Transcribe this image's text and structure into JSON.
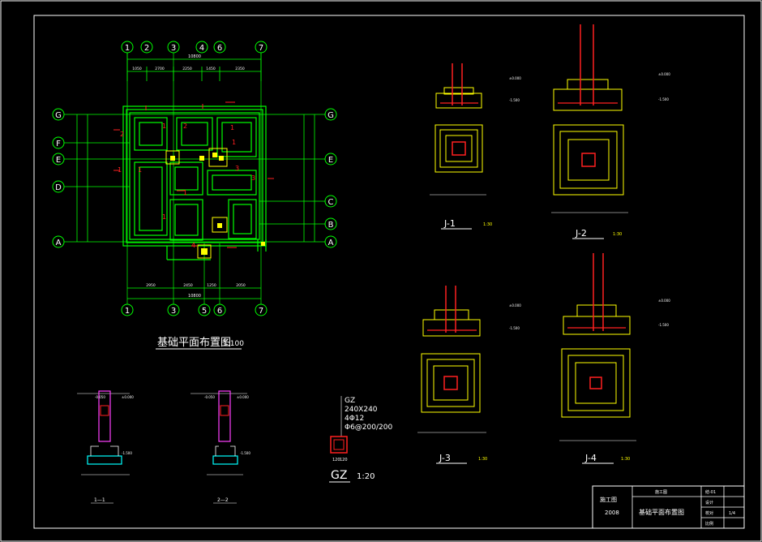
{
  "plan": {
    "title": "基础平面布置图",
    "scale": "1:100",
    "top_axes": [
      "1",
      "2",
      "3",
      "4",
      "6",
      "7"
    ],
    "bottom_axes": [
      "1",
      "3",
      "5",
      "6",
      "7"
    ],
    "left_axes": [
      "G",
      "F",
      "E",
      "D",
      "A"
    ],
    "right_axes": [
      "G",
      "E",
      "C",
      "B",
      "A"
    ],
    "top_dims": [
      "1050",
      "2700",
      "2250",
      "1450",
      "2350"
    ],
    "top_total": "10800",
    "bottom_dims": [
      "2950",
      "2450",
      "1250",
      "2050"
    ],
    "bottom_total": "10800",
    "labels_j": [
      "1",
      "2",
      "1",
      "1",
      "1",
      "3",
      "3",
      "1",
      "1",
      "4",
      "2",
      "1"
    ]
  },
  "sections": {
    "s1_label": "1—1",
    "s2_label": "2—2",
    "elev_labels": [
      "-0.050",
      "±0.000",
      "-1.500"
    ]
  },
  "gz": {
    "name": "GZ",
    "size": "240X240",
    "rebar": "4Φ12",
    "stirrup": "Φ6@200/200",
    "dims": [
      "120",
      "120"
    ],
    "title": "GZ",
    "scale": "1:20"
  },
  "footings": {
    "j1": "J-1",
    "j1_scale": "1:30",
    "j2": "J-2",
    "j2_scale": "1:30",
    "j3": "J-3",
    "j3_scale": "1:30",
    "j4": "J-4",
    "j4_scale": "1:30",
    "elev_top": "±0.000",
    "elev_bottom": "-1.500"
  },
  "title_block": {
    "project": "施工图",
    "year": "2008",
    "drawing_name": "基础平面布置图",
    "design": "设计",
    "check": "校对",
    "drawing_no": "结-01",
    "sheet": "1/4",
    "scale_label": "比例"
  },
  "colors": {
    "grid": "#00ff00",
    "wall": "#00ff00",
    "column": "#ffff00",
    "rebar": "#ff2020",
    "text": "#ffffff",
    "magenta": "#ff40ff",
    "cyan": "#00ffff"
  }
}
